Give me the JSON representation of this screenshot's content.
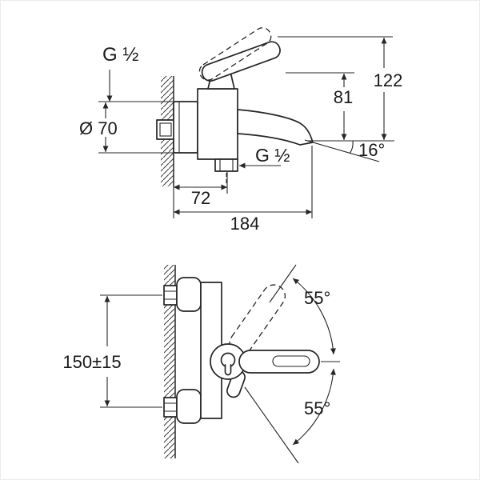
{
  "frame": {
    "background": "#ffffff",
    "border_color": "#ececec"
  },
  "drawing": {
    "line_color": "#262626",
    "text_color": "#1a1a1a",
    "hatch_color": "#3a3a3a",
    "views": {
      "side": {
        "labels": {
          "thread_top": "G ½",
          "escutcheon_diameter": "Ø 70",
          "overall_height": "122",
          "spout_height": "81",
          "thread_bottom": "G ½",
          "spout_angle": "16°",
          "wall_to_outlet": "72",
          "wall_to_spout_tip": "184"
        }
      },
      "front": {
        "labels": {
          "swing_upper": "55°",
          "swing_lower": "55°",
          "mounting_centers": "150±15"
        }
      }
    }
  }
}
